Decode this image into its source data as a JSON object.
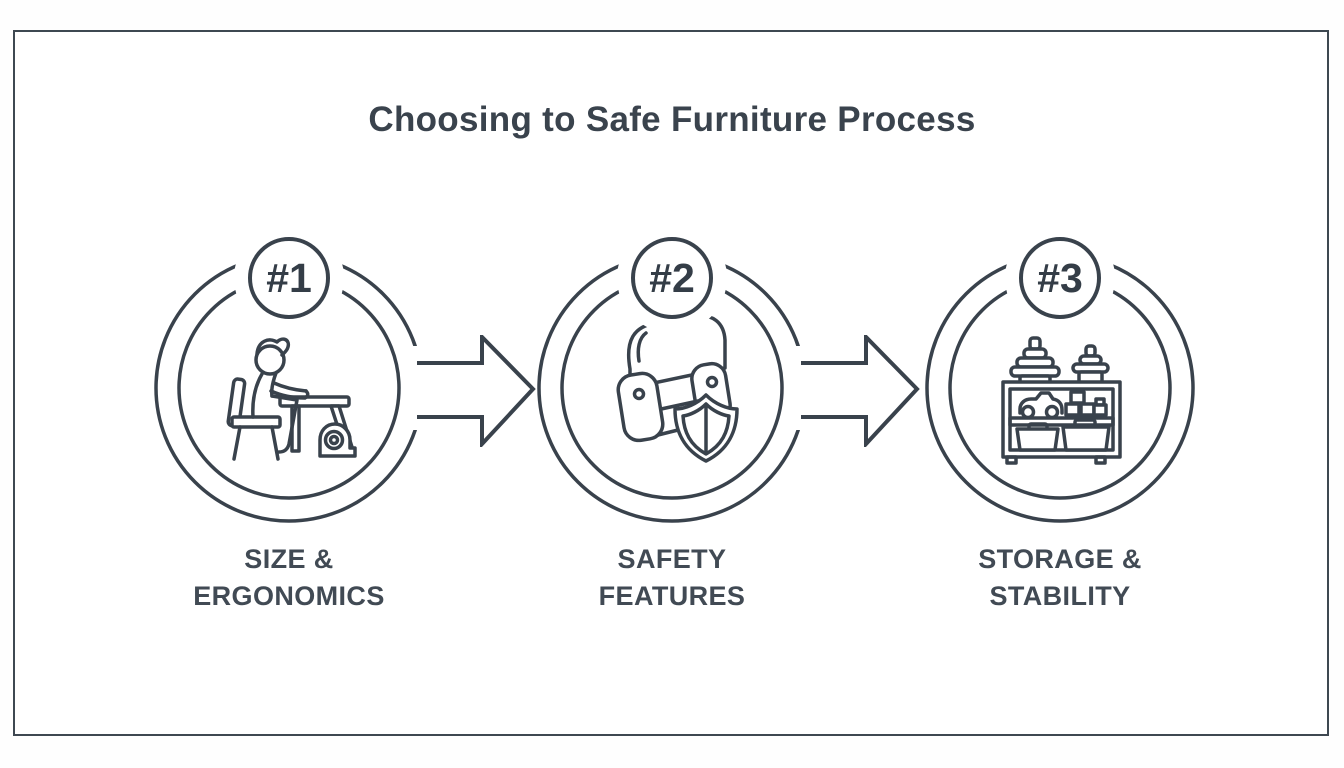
{
  "title": "Choosing to Safe Furniture Process",
  "colors": {
    "stroke": "#39424c",
    "text": "#414a54",
    "title_text": "#3a434d",
    "border": "#3e4851",
    "background": "#ffffff"
  },
  "steps": [
    {
      "badge": "#1",
      "label": "SIZE &\nERGONOMICS",
      "icon": "child-at-desk-measuring-tape-icon"
    },
    {
      "badge": "#2",
      "label": "SAFETY\nFEATURES",
      "icon": "armchair-with-shield-icon"
    },
    {
      "badge": "#3",
      "label": "STORAGE &\nSTABILITY",
      "icon": "toy-storage-shelf-icon"
    }
  ],
  "connectors": [
    {
      "icon": "right-arrow-icon"
    },
    {
      "icon": "right-arrow-icon"
    }
  ]
}
